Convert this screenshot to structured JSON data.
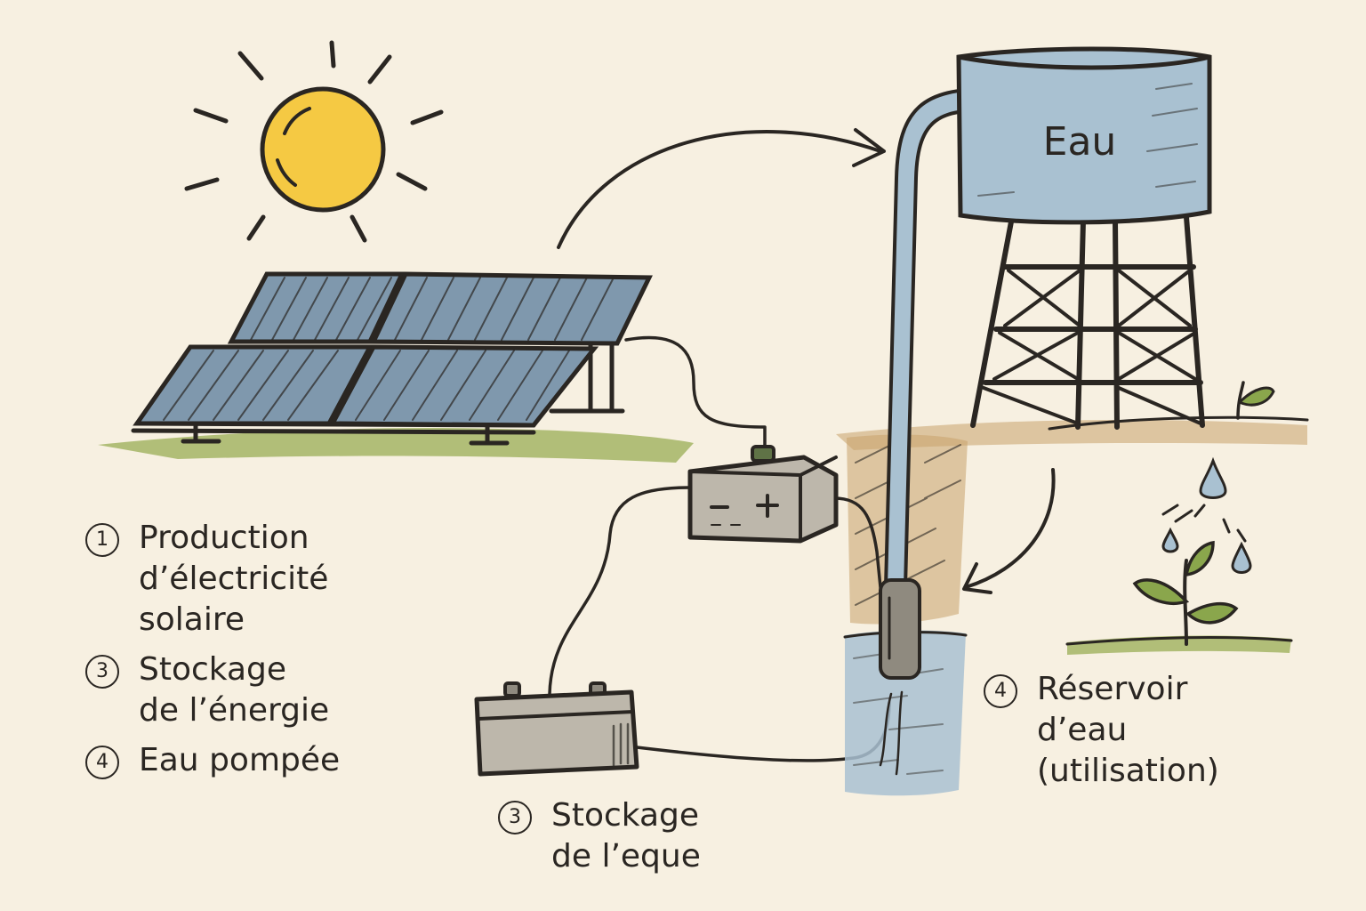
{
  "tank": {
    "label": "Eau"
  },
  "legend_left": [
    {
      "num": "1",
      "text": "Production\nd’électricité\nsolaire"
    },
    {
      "num": "3",
      "text": "Stockage\nde l’énergie"
    },
    {
      "num": "4",
      "text": "Eau pompée"
    }
  ],
  "legend_bottom": {
    "num": "3",
    "text": "Stockage\nde l’eque"
  },
  "legend_right": {
    "num": "4",
    "text": "Réservoir\nd’eau\n(utilisation)"
  },
  "colors": {
    "background": "#f7f0e1",
    "sun": "#f5c943",
    "panel": "#7f98ad",
    "water": "#a9c1d1",
    "grass": "#9fb25e",
    "soil": "#c9a36c",
    "battery": "#bdb7ab"
  }
}
